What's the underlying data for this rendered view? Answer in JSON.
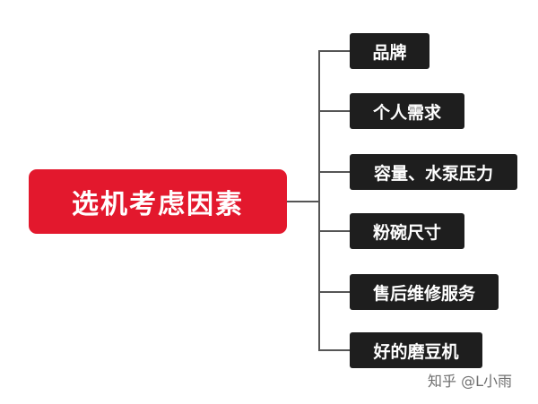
{
  "root": {
    "label": "选机考虑因素"
  },
  "branches": [
    {
      "label": "品牌"
    },
    {
      "label": "个人需求"
    },
    {
      "label": "容量、水泵压力"
    },
    {
      "label": "粉碗尺寸"
    },
    {
      "label": "售后维修服务"
    },
    {
      "label": "好的磨豆机"
    }
  ],
  "watermark": {
    "text": "知乎 @L小雨"
  },
  "colors": {
    "root_fill": "#e3182d",
    "branch_fill": "#1e1e1e",
    "connector": "#555555",
    "text_light": "#ffffff",
    "watermark": "#6f6f6f"
  }
}
